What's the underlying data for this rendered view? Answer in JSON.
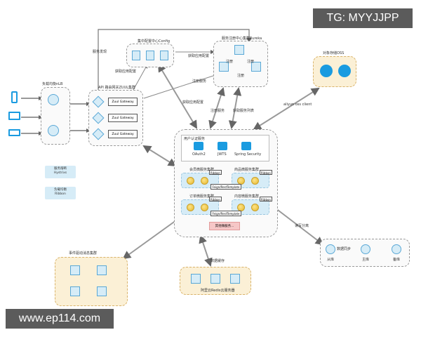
{
  "watermarks": {
    "top_right": "TG: MYYJJPP",
    "bottom_left": "www.ep114.com"
  },
  "clients": {
    "label": "负载均衡nLB"
  },
  "gateway": {
    "label": "API 路由网关ZUUL集群",
    "buttons": [
      "Zuul Gateway",
      "Zuul Gateway",
      "Zuul Gateway"
    ]
  },
  "config_center": {
    "label": "集中配置中心Config"
  },
  "eureka": {
    "label": "服务注册中心集群Eureka",
    "edges": [
      "注册",
      "注册",
      "注册"
    ]
  },
  "oss": {
    "label": "对象存储OSS"
  },
  "legends": [
    {
      "line1": "服务熔断",
      "line2": "Hystrixs"
    },
    {
      "line1": "负载均衡",
      "line2": "Ribbon"
    }
  ],
  "auth_cluster": {
    "label": "用户认证服务",
    "items": [
      "OAuth2",
      "JWTS",
      "Spring Security"
    ]
  },
  "service_clusters": {
    "member": "会员微服务集群",
    "goods": "商品微服务集群",
    "order": "订单微服务集群",
    "content": "内容微服务集群",
    "ribbon": "Ribbon",
    "feign": "Feign/RestTemplate",
    "other": "其他微服务..."
  },
  "events": {
    "label": "事件驱动消息集群"
  },
  "cache": {
    "label": "阿里云Redis云服务器",
    "title": "数据缓存"
  },
  "database": {
    "master": "从库",
    "primary": "主库",
    "slave": "备库",
    "sync": "数据同步"
  },
  "edge_labels": {
    "service_discovery": "服务发现",
    "get_config": "获取应用配置",
    "get_config2": "获取应用配置",
    "get_config3": "获取应用配置",
    "register": "注册服务",
    "register2": "注册服务",
    "fetch_list": "获取服务列表",
    "aliyun_oss": "aliyun oss client",
    "read_write": "读写分离"
  }
}
